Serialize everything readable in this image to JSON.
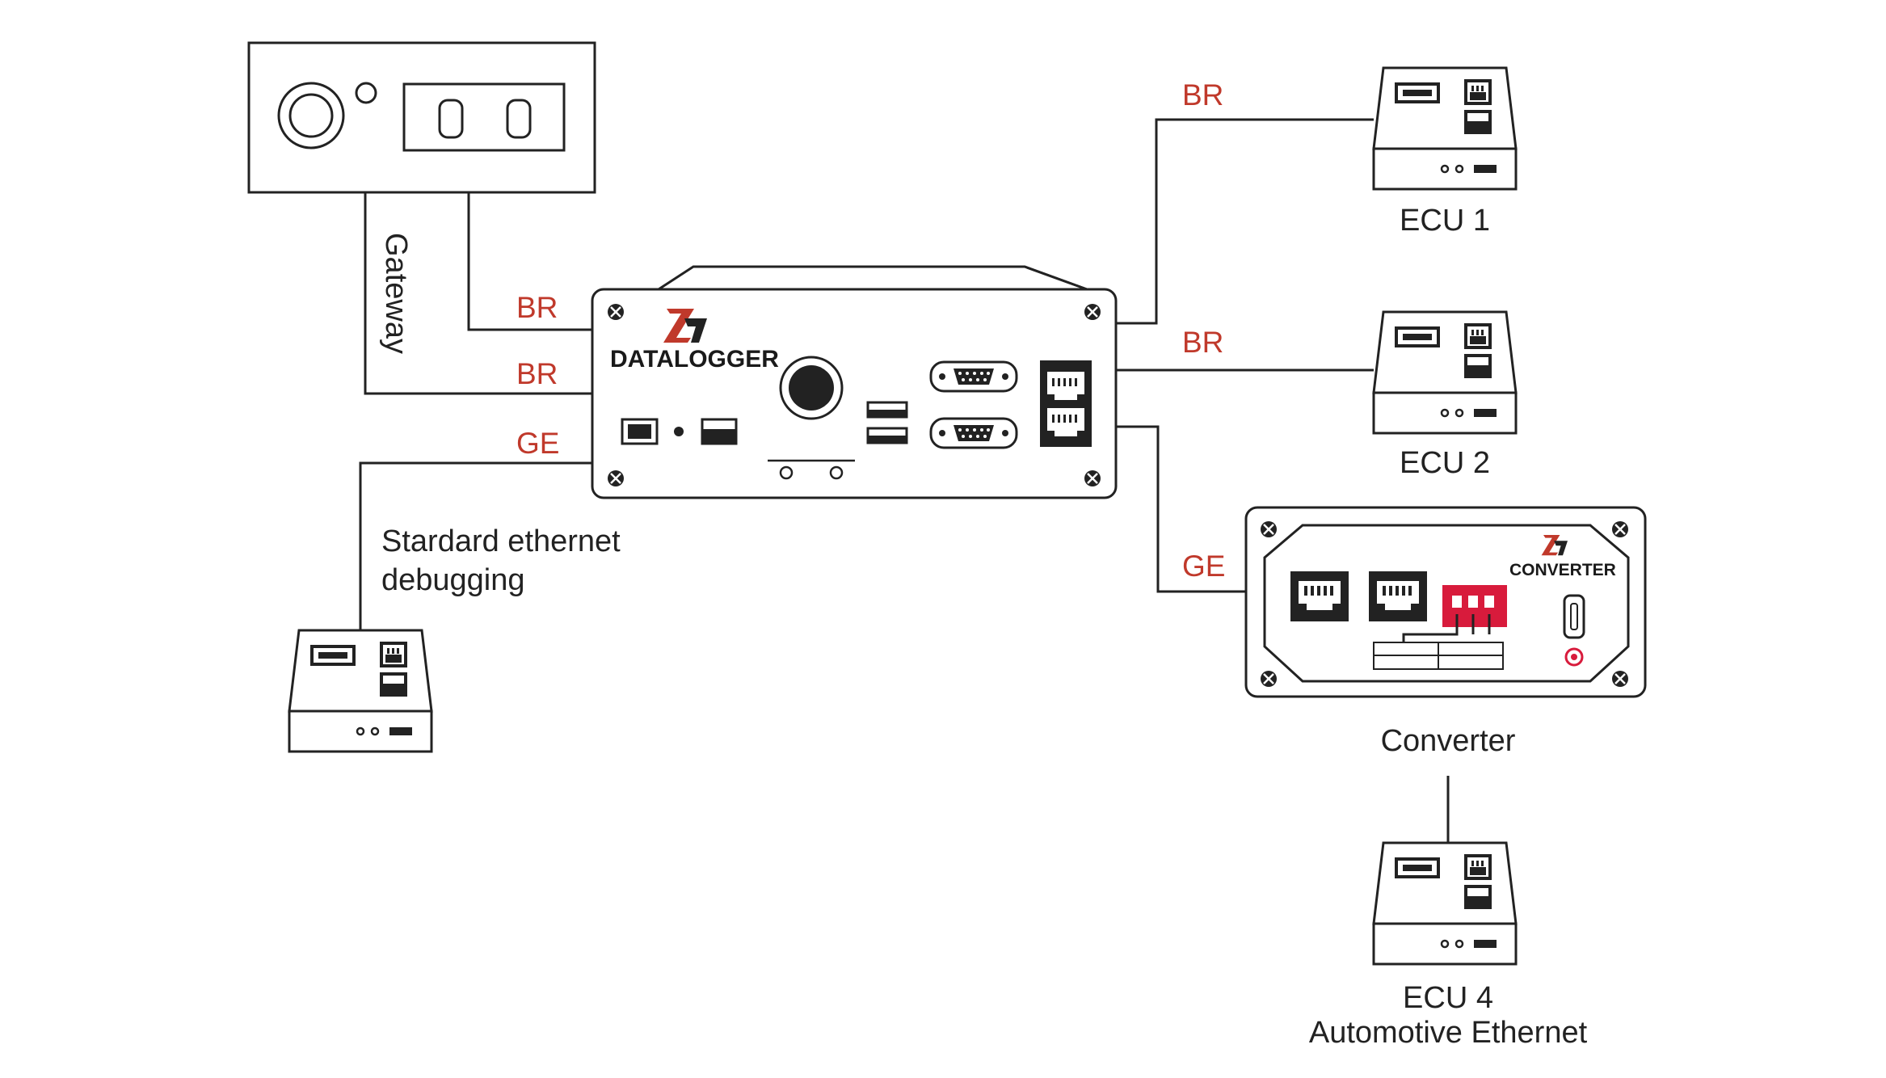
{
  "colors": {
    "accent": "#c0392b",
    "ink": "#222222"
  },
  "datalogger": {
    "title": "DATALOGGER"
  },
  "converter": {
    "title": "CONVERTER",
    "caption": "Converter"
  },
  "gateway": {
    "label": "Gateway"
  },
  "debug": {
    "line1": "Stardard ethernet",
    "line2": "debugging"
  },
  "links": {
    "gw_br_top": "BR",
    "gw_br_bottom": "BR",
    "ge_debug": "GE",
    "ecu1": "BR",
    "ecu2": "BR",
    "converter": "GE"
  },
  "ecus": {
    "ecu1": "ECU 1",
    "ecu2": "ECU 2",
    "ecu4_line1": "ECU 4",
    "ecu4_line2": "Automotive Ethernet"
  },
  "icons": [
    "logo-icon",
    "usb-port-icon",
    "rj45-port-icon",
    "db9-port-icon",
    "dip-switch-icon",
    "screw-icon",
    "knob-icon"
  ]
}
